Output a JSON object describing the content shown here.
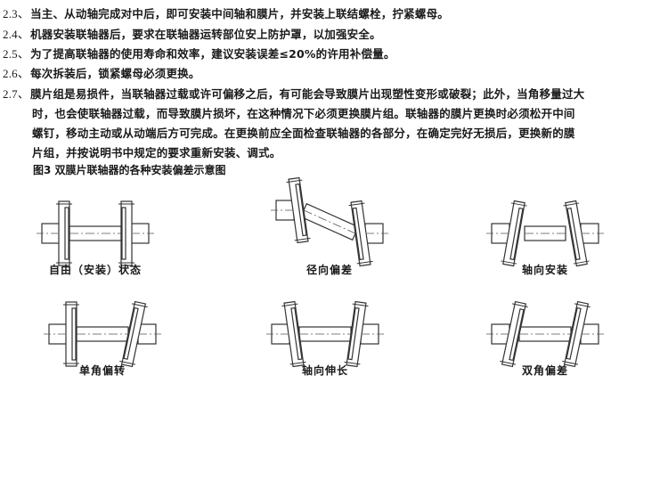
{
  "items": [
    {
      "num": "2.3、",
      "text": "当主、从动轴完成对中后，即可安装中间轴和膜片，并安装上联结螺栓，拧紧螺母。"
    },
    {
      "num": "2.4、",
      "text": "机器安装联轴器后，要求在联轴器运转部位安上防护罩，以加强安全。"
    },
    {
      "num": "2.5、",
      "text": "为了提高联轴器的使用寿命和效率，建议安装误差≤20%的许用补偿量。"
    },
    {
      "num": "2.6、",
      "text": "每次拆装后，锁紧螺母必须更换。"
    },
    {
      "num": "2.7、",
      "text": "膜片组是易损件，当联轴器过载或许可偏移之后，有可能会导致膜片出现塑性变形或破裂；此外，当角移量过大",
      "continuation": [
        "时，也会使联轴器过载，而导致膜片损坏，在这种情况下必须更换膜片组。联轴器的膜片更换时必须松开中间",
        "螺钉，移动主动或从动端后方可完成。在更换前应全面检查联轴器的各部分，在确定完好无损后，更换新的膜",
        "片组，并按说明书中规定的要求重新安装、调式。"
      ]
    }
  ],
  "figure": {
    "caption": "图3 双膜片联轴器的各种安装偏差示意图",
    "diagrams": [
      {
        "label": "自由（安装）状态"
      },
      {
        "label": "径向偏差"
      },
      {
        "label": "轴向安装"
      },
      {
        "label": "单角偏转"
      },
      {
        "label": "轴向伸长"
      },
      {
        "label": "双角偏差"
      }
    ]
  }
}
